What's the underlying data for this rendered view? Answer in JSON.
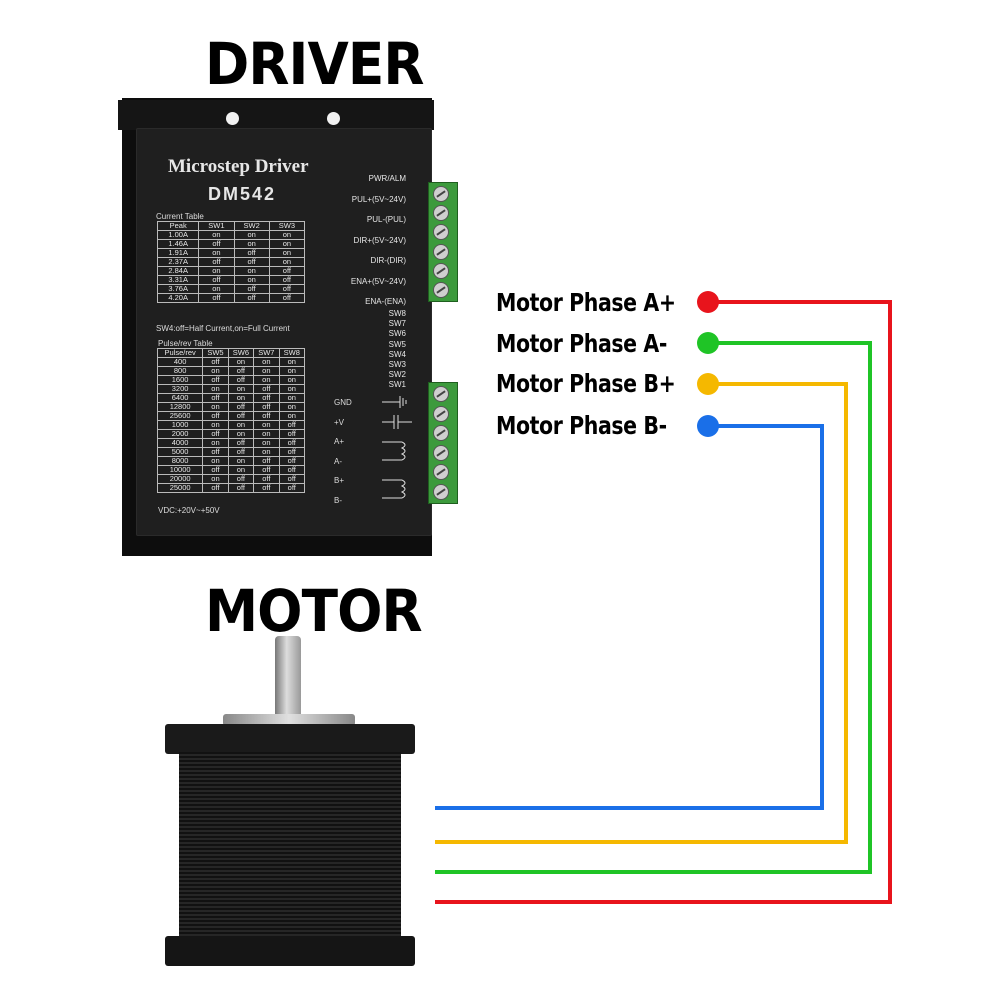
{
  "headings": {
    "driver": "DRIVER",
    "motor": "MOTOR"
  },
  "driver": {
    "title": "Microstep Driver",
    "model": "DM542",
    "current_table_title": "Current Table",
    "current_headers": [
      "Peak",
      "SW1",
      "SW2",
      "SW3"
    ],
    "current_rows": [
      [
        "1.00A",
        "on",
        "on",
        "on"
      ],
      [
        "1.46A",
        "off",
        "on",
        "on"
      ],
      [
        "1.91A",
        "on",
        "off",
        "on"
      ],
      [
        "2.37A",
        "off",
        "off",
        "on"
      ],
      [
        "2.84A",
        "on",
        "on",
        "off"
      ],
      [
        "3.31A",
        "off",
        "on",
        "off"
      ],
      [
        "3.76A",
        "on",
        "off",
        "off"
      ],
      [
        "4.20A",
        "off",
        "off",
        "off"
      ]
    ],
    "sw4_note": "SW4:off=Half Current,on=Full Current",
    "pulse_table_title": "Pulse/rev Table",
    "pulse_headers": [
      "Pulse/rev",
      "SW5",
      "SW6",
      "SW7",
      "SW8"
    ],
    "pulse_rows": [
      [
        "400",
        "off",
        "on",
        "on",
        "on"
      ],
      [
        "800",
        "on",
        "off",
        "on",
        "on"
      ],
      [
        "1600",
        "off",
        "off",
        "on",
        "on"
      ],
      [
        "3200",
        "on",
        "on",
        "off",
        "on"
      ],
      [
        "6400",
        "off",
        "on",
        "off",
        "on"
      ],
      [
        "12800",
        "on",
        "off",
        "off",
        "on"
      ],
      [
        "25600",
        "off",
        "off",
        "off",
        "on"
      ],
      [
        "1000",
        "on",
        "on",
        "on",
        "off"
      ],
      [
        "2000",
        "off",
        "on",
        "on",
        "off"
      ],
      [
        "4000",
        "on",
        "off",
        "on",
        "off"
      ],
      [
        "5000",
        "off",
        "off",
        "on",
        "off"
      ],
      [
        "8000",
        "on",
        "on",
        "off",
        "off"
      ],
      [
        "10000",
        "off",
        "on",
        "off",
        "off"
      ],
      [
        "20000",
        "on",
        "off",
        "off",
        "off"
      ],
      [
        "25000",
        "off",
        "off",
        "off",
        "off"
      ]
    ],
    "vdc_note": "VDC:+20V~+50V",
    "signal_labels": [
      "PWR/ALM",
      "PUL+(5V~24V)",
      "PUL-(PUL)",
      "DIR+(5V~24V)",
      "DIR-(DIR)",
      "ENA+(5V~24V)",
      "ENA-(ENA)"
    ],
    "switch_labels": [
      "SW8",
      "SW7",
      "SW6",
      "SW5",
      "SW4",
      "SW3",
      "SW2",
      "SW1"
    ],
    "power_labels": [
      "GND",
      "+V",
      "A+",
      "A-",
      "B+",
      "B-"
    ]
  },
  "phases": [
    {
      "label": "Motor Phase A+",
      "color": "#e8141c"
    },
    {
      "label": "Motor Phase A-",
      "color": "#1fc426"
    },
    {
      "label": "Motor Phase B+",
      "color": "#f5b800"
    },
    {
      "label": "Motor Phase B-",
      "color": "#1a6fe8"
    }
  ],
  "colors": {
    "driver_body": "#1f1f1f",
    "terminal_green": "#3c9a3c",
    "motor_body": "#111111"
  }
}
